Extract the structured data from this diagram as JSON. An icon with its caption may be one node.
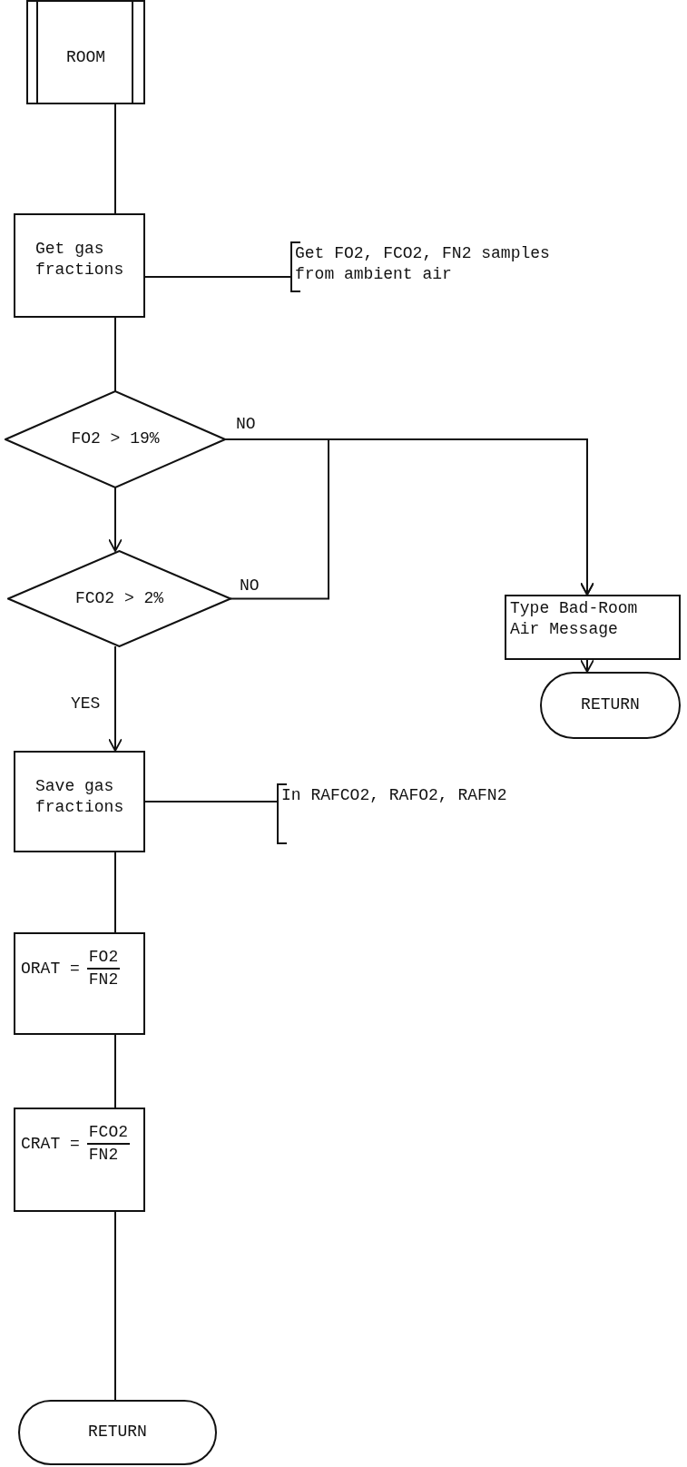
{
  "diagram": {
    "nodes": [
      {
        "text": [
          "ROOM"
        ]
      },
      {
        "text": [
          "Get gas fractions"
        ]
      },
      {
        "text": [
          "Get FO2, FCO2, FN2 samples from ambient air"
        ]
      },
      {
        "text": [
          "FO2 > 19%"
        ]
      },
      {
        "text": [
          "FCO2 > 2%"
        ]
      },
      {
        "text": [
          "Type Bad-Room Air Message"
        ]
      },
      {
        "text": [
          "RETURN"
        ]
      },
      {
        "text": [
          "Save gas fractions"
        ]
      },
      {
        "text": [
          "In RAFCO2, RAFO2, RAFN2"
        ]
      },
      {
        "text": [
          "ORAT =",
          "FO2",
          "FN2"
        ]
      },
      {
        "text": [
          "CRAT =",
          "FCO2",
          "FN2"
        ]
      },
      {
        "text": [
          "RETURN"
        ]
      }
    ],
    "edges": [
      {
        "from": 0,
        "to": 1,
        "arrow": "none"
      },
      {
        "from": 1,
        "to": 2,
        "arrow": "none"
      },
      {
        "from": 1,
        "to": 3,
        "arrow": "none"
      },
      {
        "from": 3,
        "to": 5,
        "arrow": "to",
        "label": "NO"
      },
      {
        "from": 3,
        "to": 4,
        "arrow": "to"
      },
      {
        "from": 4,
        "to": 5,
        "arrow": "to",
        "label": "NO"
      },
      {
        "from": 4,
        "to": 7,
        "arrow": "to",
        "label": "YES"
      },
      {
        "from": 5,
        "to": 6,
        "arrow": "to"
      },
      {
        "from": 7,
        "to": 8,
        "arrow": "none"
      },
      {
        "from": 7,
        "to": 9,
        "arrow": "none"
      },
      {
        "from": 9,
        "to": 10,
        "arrow": "none"
      },
      {
        "from": 10,
        "to": 11,
        "arrow": "none"
      }
    ]
  }
}
